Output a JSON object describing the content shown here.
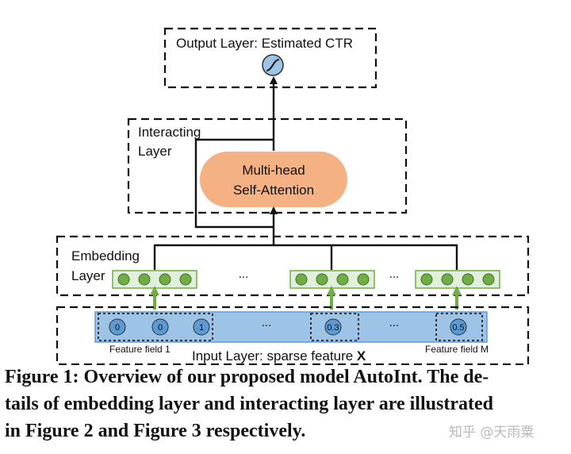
{
  "diagram": {
    "output_layer": {
      "label": "Output Layer: Estimated CTR"
    },
    "interacting_layer": {
      "label_line1": "Interacting",
      "label_line2": "Layer"
    },
    "attention_block": {
      "line1": "Multi-head",
      "line2": "Self-Attention"
    },
    "embedding_layer": {
      "label_line1": "Embedding",
      "label_line2": "Layer"
    },
    "input_layer": {
      "label": "Input Layer: sparse feature ",
      "label_symbol": "X",
      "feature_field_first": "Feature field 1",
      "feature_field_last": "Feature field M",
      "values": [
        "0",
        "0",
        "1",
        "0.3",
        "0.5"
      ]
    },
    "ellipsis": "..."
  },
  "caption": {
    "line1": "Figure 1: Overview of our proposed model AutoInt. The de-",
    "line2": "tails of embedding layer and interacting layer are illustrated",
    "line3": "in Figure 2 and Figure 3 respectively."
  },
  "watermark": "知乎 @天雨粟",
  "colors": {
    "attention_fill": "#f4b183",
    "input_bar_fill": "#9dc3e6",
    "input_node_fill": "#5b9bd5",
    "embed_node_fill": "#70ad47",
    "embed_box_fill": "#e2efda",
    "sigmoid_node_fill": "#9dc3e6",
    "arrow_green": "#70ad47"
  }
}
